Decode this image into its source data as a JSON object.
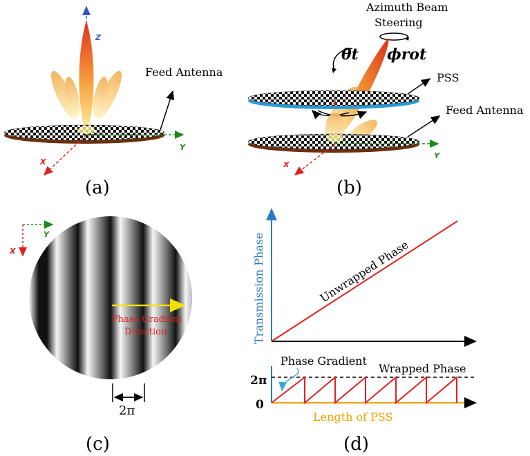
{
  "colors": {
    "x_axis": "#e02020",
    "y_axis": "#1a8a1a",
    "z_axis": "#3355cc",
    "pss_edge": "#2a9ad8",
    "feed_edge": "#7a3a10",
    "unwrapped": "#e02020",
    "phase_axis": "#2a7ac8",
    "length_axis": "#f0a000"
  },
  "panel_a": {
    "caption": "(a)",
    "feed_label": "Feed Antenna",
    "axis_x": "X",
    "axis_y": "Y",
    "axis_z": "Z"
  },
  "panel_b": {
    "caption": "(b)",
    "azimuth_line1": "Azimuth Beam",
    "azimuth_line2": "Steering",
    "theta_label": "θt",
    "phi_label": "ϕrot",
    "pss_label": "PSS",
    "feed_label": "Feed Antenna",
    "axis_x": "X",
    "axis_y": "Y"
  },
  "panel_c": {
    "caption": "(c)",
    "gradient_line1": "Phase Gradient",
    "gradient_line2": "Direction",
    "period_label": "2π",
    "axis_x": "X",
    "axis_y": "Y"
  },
  "panel_d": {
    "caption": "(d)",
    "y_axis_label": "Transmission Phase",
    "x_axis_label": "Length of PSS",
    "unwrapped_label": "Unwrapped Phase",
    "wrapped_label": "Wrapped Phase",
    "gradient_label": "Phase Gradient",
    "tick_2pi": "2π",
    "tick_0": "0"
  }
}
